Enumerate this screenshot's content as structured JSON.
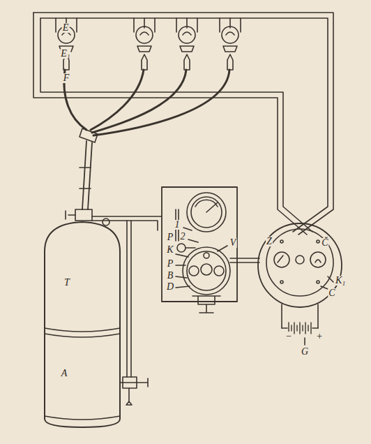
{
  "diagram": {
    "labels": [
      "E",
      "E₁",
      "F",
      "T",
      "A",
      "1",
      "2",
      "P",
      "K",
      "P",
      "B",
      "D",
      "V",
      "Z",
      "Č",
      "K₁",
      "C",
      "G",
      "−",
      "+"
    ]
  }
}
